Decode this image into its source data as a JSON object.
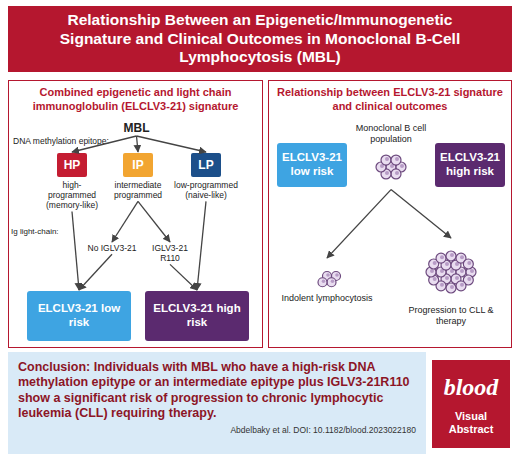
{
  "diagram": {
    "title": "Relationship Between an Epigenetic/Immunogenetic Signature and Clinical Outcomes in Monoclonal B-Cell Lymphocytosis (MBL)",
    "nodes": [
      {
        "text": [
          "Combined epigenetic and light chain immunoglobulin (ELCLV3-21) signature"
        ]
      },
      {
        "text": [
          "MBL"
        ],
        "in": 0
      },
      {
        "text": [
          "HP",
          "high-programmed (memory-like)"
        ],
        "in": 0
      },
      {
        "text": [
          "IP",
          "intermediate programmed"
        ],
        "in": 0
      },
      {
        "text": [
          "LP",
          "low-programmed (naive-like)"
        ],
        "in": 0
      },
      {
        "text": [
          "No IGLV3-21"
        ],
        "in": 0
      },
      {
        "text": [
          "IGLV3-21 R110"
        ],
        "in": 0
      },
      {
        "text": [
          "ELCLV3-21 low risk"
        ],
        "in": 0
      },
      {
        "text": [
          "ELCLV3-21 high risk"
        ],
        "in": 0
      },
      {
        "text": [
          "Relationship between ELCLV3-21 signature and clinical outcomes"
        ]
      },
      {
        "text": [
          "Monoclonal B cell population"
        ],
        "in": 9
      },
      {
        "text": [
          "ELCLV3-21 low risk"
        ],
        "in": 9
      },
      {
        "text": [
          "ELCLV3-21 high risk"
        ],
        "in": 9
      },
      {
        "text": [
          "Indolent lymphocytosis"
        ],
        "in": 9
      },
      {
        "text": [
          "Progression to CLL & therapy"
        ],
        "in": 9
      },
      {
        "text": [
          "Conclusion:",
          "Individuals with MBL who have a high-risk DNA methylation epitype or an intermediate epitype plus IGLV3-21R110 show a significant risk of progression to chronic lymphocytic leukemia (CLL) requiring therapy."
        ]
      }
    ],
    "edges": [
      {
        "from": 1,
        "to": 2,
        "arrow": "to"
      },
      {
        "from": 1,
        "to": 3,
        "arrow": "to"
      },
      {
        "from": 1,
        "to": 4,
        "arrow": "to"
      },
      {
        "from": 2,
        "to": 7,
        "arrow": "to"
      },
      {
        "from": 3,
        "to": 5,
        "arrow": "to"
      },
      {
        "from": 3,
        "to": 6,
        "arrow": "to"
      },
      {
        "from": 5,
        "to": 7,
        "arrow": "to"
      },
      {
        "from": 6,
        "to": 8,
        "arrow": "to"
      },
      {
        "from": 4,
        "to": 8,
        "arrow": "to"
      },
      {
        "from": 10,
        "to": 13,
        "arrow": "to"
      },
      {
        "from": 10,
        "to": 14,
        "arrow": "to"
      }
    ],
    "labels": [
      "DNA methylation epitope:",
      "Ig light-chain:",
      "Abdelbaky et al. DOI: 10.1182/blood.2023022180",
      "blood",
      "Visual Abstract"
    ]
  }
}
